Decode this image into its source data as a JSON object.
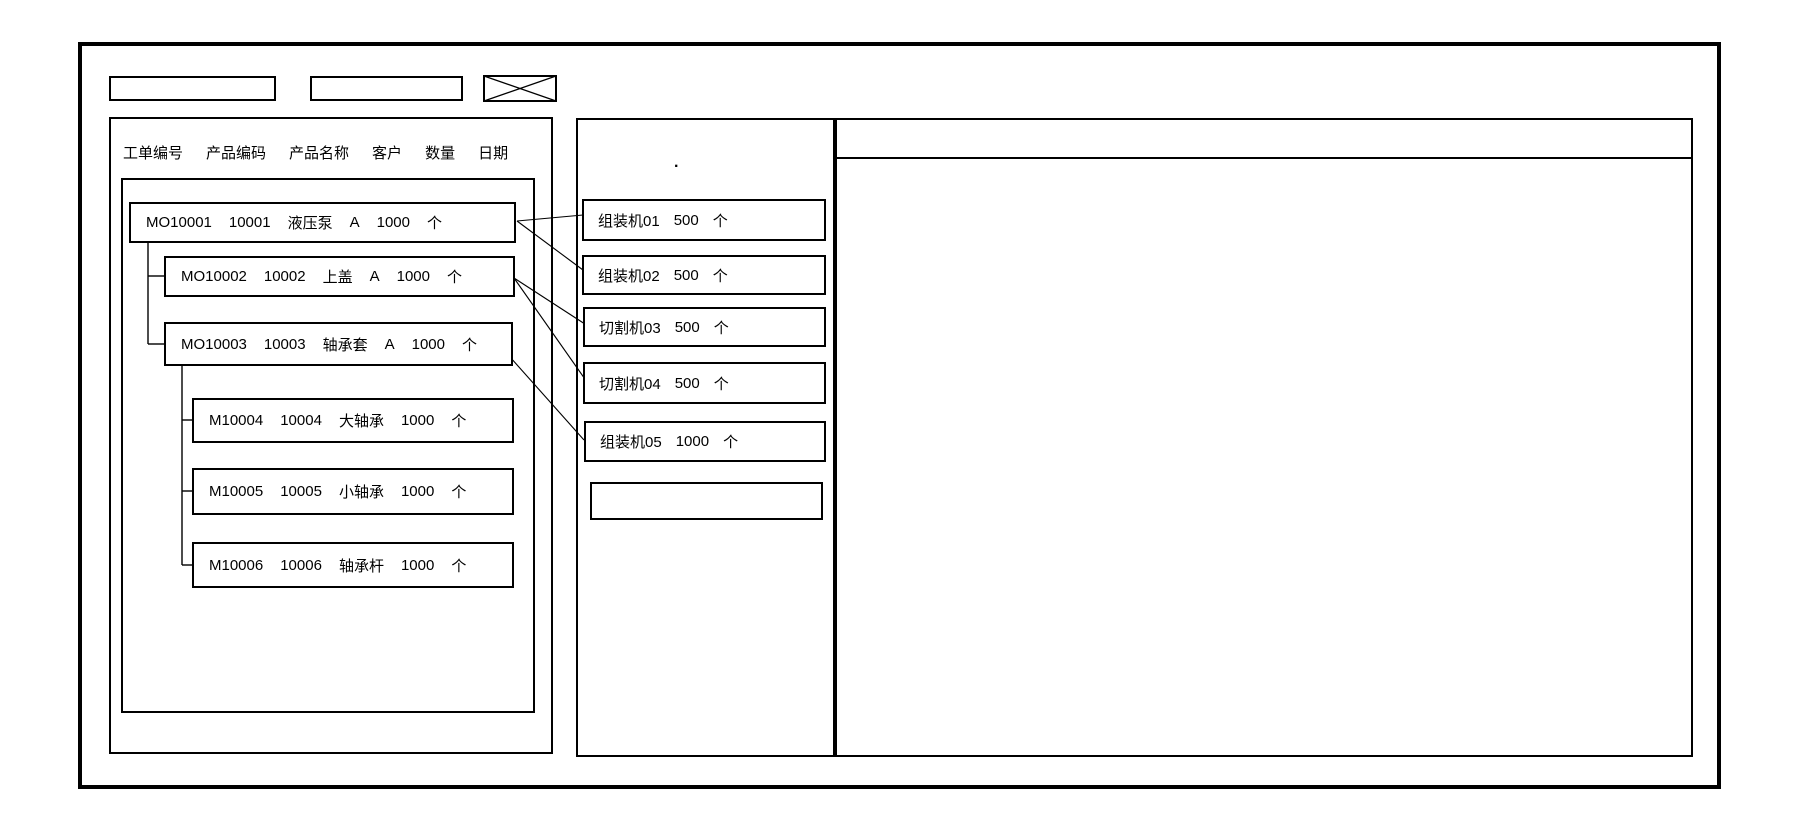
{
  "colors": {
    "line": "#000000",
    "background": "#ffffff"
  },
  "toolbar": {
    "field1_value": "",
    "field2_value": "",
    "crossed_box": "placeholder-x"
  },
  "left_panel": {
    "header_columns": [
      "工单编号",
      "产品编码",
      "产品名称",
      "客户",
      "数量",
      "日期"
    ],
    "work_orders": [
      {
        "order_no": "MO10001",
        "product_code": "10001",
        "product_name": "液压泵",
        "customer": "A",
        "qty": "1000",
        "unit": "个",
        "level": 0
      },
      {
        "order_no": "MO10002",
        "product_code": "10002",
        "product_name": "上盖",
        "customer": "A",
        "qty": "1000",
        "unit": "个",
        "level": 1
      },
      {
        "order_no": "MO10003",
        "product_code": "10003",
        "product_name": "轴承套",
        "customer": "A",
        "qty": "1000",
        "unit": "个",
        "level": 1
      },
      {
        "order_no": "M10004",
        "product_code": "10004",
        "product_name": "大轴承",
        "customer": "",
        "qty": "1000",
        "unit": "个",
        "level": 2
      },
      {
        "order_no": "M10005",
        "product_code": "10005",
        "product_name": "小轴承",
        "customer": "",
        "qty": "1000",
        "unit": "个",
        "level": 2
      },
      {
        "order_no": "M10006",
        "product_code": "10006",
        "product_name": "轴承杆",
        "customer": "",
        "qty": "1000",
        "unit": "个",
        "level": 2
      }
    ]
  },
  "machine_panel": {
    "dot_mark": ".",
    "machines": [
      {
        "name": "组装机01",
        "qty": "500",
        "unit": "个"
      },
      {
        "name": "组装机02",
        "qty": "500",
        "unit": "个"
      },
      {
        "name": "切割机03",
        "qty": "500",
        "unit": "个"
      },
      {
        "name": "切割机04",
        "qty": "500",
        "unit": "个"
      },
      {
        "name": "组装机05",
        "qty": "1000",
        "unit": "个"
      }
    ],
    "empty_slot": ""
  },
  "detail_panel": {
    "content": ""
  }
}
